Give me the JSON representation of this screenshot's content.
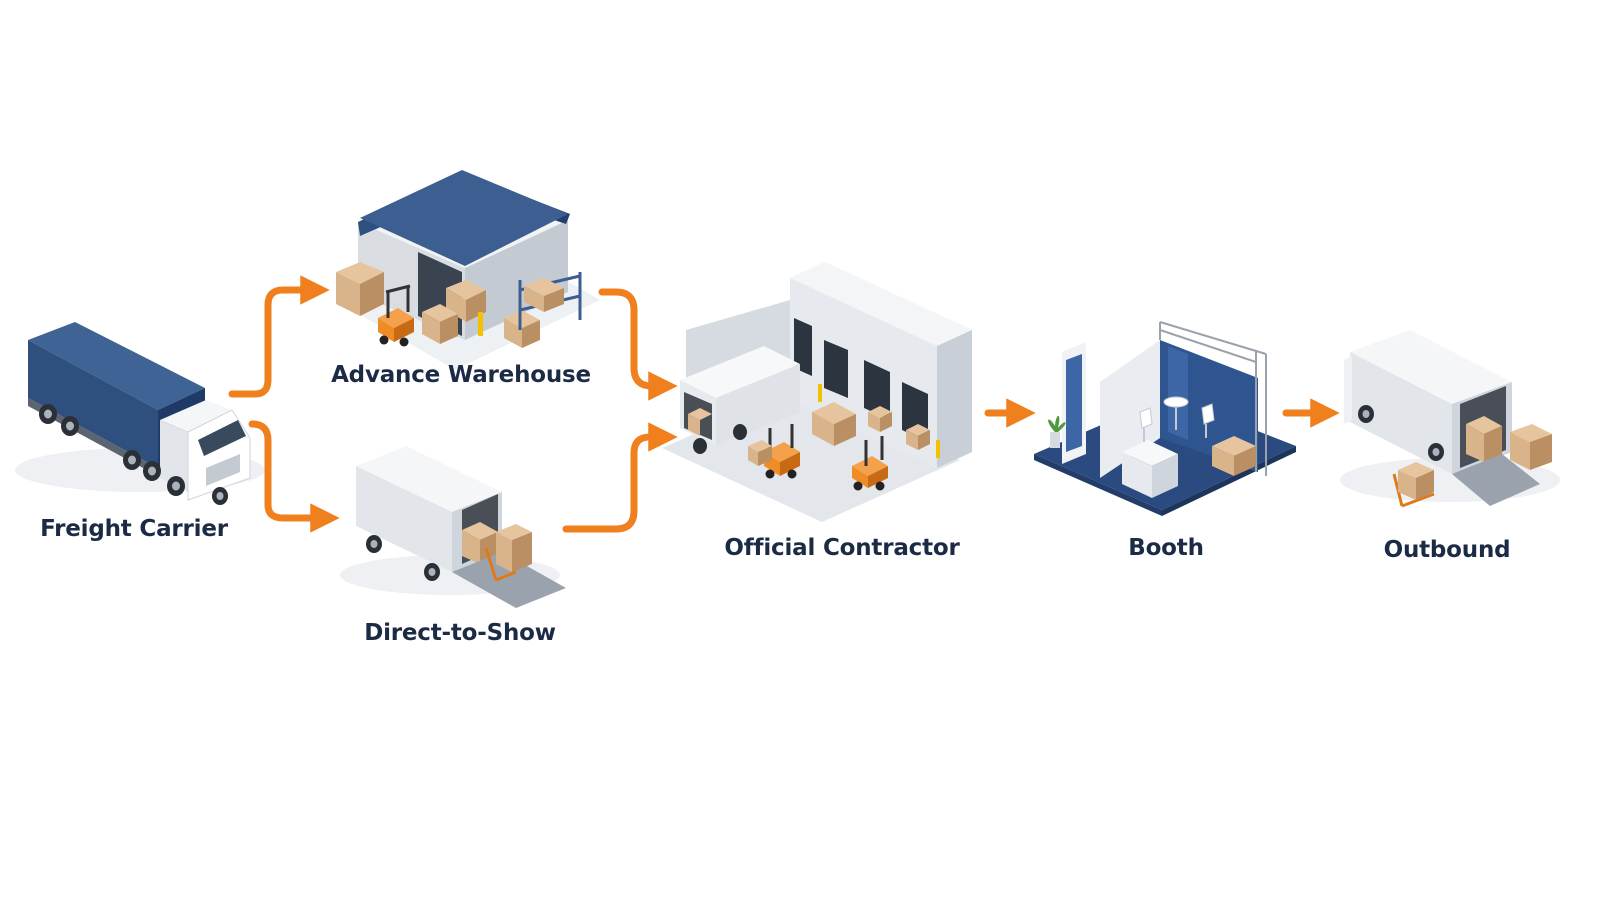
{
  "diagram": {
    "type": "flowchart",
    "nodes": [
      {
        "id": "freight-carrier",
        "label": "Freight Carrier",
        "icon": "semi-truck-icon"
      },
      {
        "id": "advance-warehouse",
        "label": "Advance Warehouse",
        "icon": "warehouse-icon"
      },
      {
        "id": "direct-to-show",
        "label": "Direct-to-Show",
        "icon": "box-truck-icon"
      },
      {
        "id": "official-contractor",
        "label": "Official Contractor",
        "icon": "loading-dock-icon"
      },
      {
        "id": "booth",
        "label": "Booth",
        "icon": "exhibit-booth-icon"
      },
      {
        "id": "outbound",
        "label": "Outbound",
        "icon": "outbound-truck-icon"
      }
    ],
    "edges": [
      {
        "from": "freight-carrier",
        "to": "advance-warehouse"
      },
      {
        "from": "freight-carrier",
        "to": "direct-to-show"
      },
      {
        "from": "advance-warehouse",
        "to": "official-contractor"
      },
      {
        "from": "direct-to-show",
        "to": "official-contractor"
      },
      {
        "from": "official-contractor",
        "to": "booth"
      },
      {
        "from": "booth",
        "to": "outbound"
      }
    ],
    "colors": {
      "arrow": "#f07f1e",
      "navy": "#2f4f7f",
      "navy_dark": "#1e3a66",
      "label": "#1c2b45",
      "box": "#d9b48a",
      "box_dark": "#b98f63",
      "forklift": "#f08c28"
    }
  }
}
